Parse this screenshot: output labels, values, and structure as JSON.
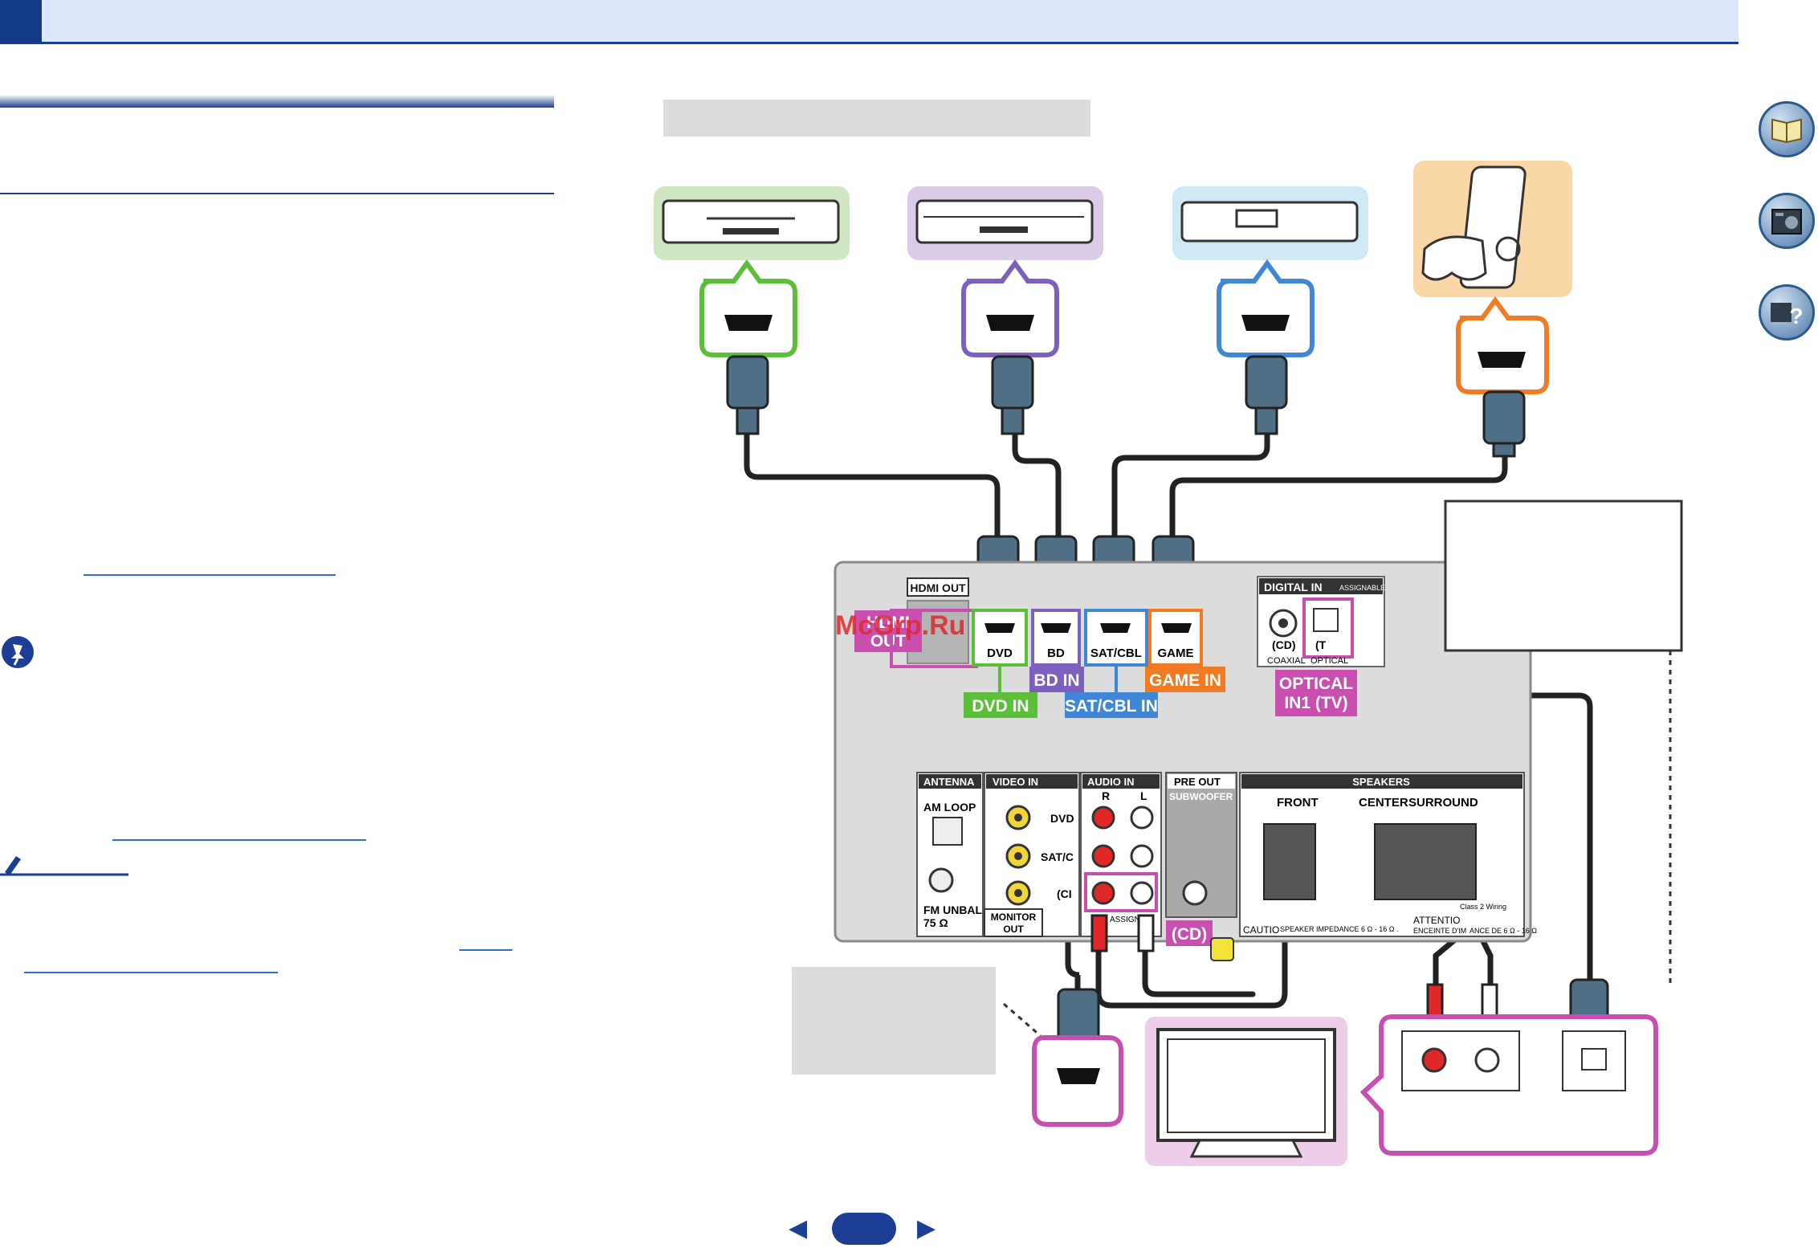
{
  "labels": {
    "hdmi_in_tags": [
      "DVD IN",
      "BD IN",
      "SAT/CBL IN",
      "GAME IN"
    ],
    "optical_tag": [
      "OPTICAL",
      "IN1 (TV)"
    ],
    "hdmi_out_tag": [
      "HDMI",
      "OUT"
    ],
    "cd_tag": "(CD)",
    "watermark": "McGrp.Ru"
  },
  "panel": {
    "hdmi_out": "HDMI OUT",
    "hdmi_ports": [
      "DVD",
      "BD",
      "SAT/CBL",
      "GAME"
    ],
    "digital_in": "DIGITAL IN",
    "assignable": "ASSIGNABLE",
    "coaxial_label": "(CD)",
    "coaxial": "COAXIAL",
    "optical_label": "(T",
    "optical": "OPTICAL",
    "antenna": "ANTENNA",
    "am_loop": "AM LOOP",
    "fm_unbal": "FM UNBAL",
    "fm_ohm": "75 Ω",
    "video_in": "VIDEO IN",
    "video_rows": [
      "DVD",
      "SAT/C",
      "(CI"
    ],
    "monitor_out": [
      "MONITOR",
      "OUT"
    ],
    "audio_in": "AUDIO IN",
    "audio_r": "R",
    "audio_l": "L",
    "assign": "ASSIGN",
    "pre_out": "PRE OUT",
    "subwoofer": "SUBWOOFER",
    "speakers": "SPEAKERS",
    "front": "FRONT",
    "center": "CENTER",
    "surround": "SURROUND",
    "caution": "CAUTIO",
    "impedance": "SPEAKER IMPEDANCE 6 Ω - 16 Ω .",
    "attention": "ATTENTIO",
    "enceinte": "ENCEINTE D'IM",
    "impedance2": "ANCE DE 6 Ω - 16 Ω",
    "class2": "Class 2 Wiring"
  },
  "colors": {
    "dvd": "#5cbf3a",
    "bd": "#7d5fbe",
    "sat": "#3f86d6",
    "game": "#f07b22",
    "tv": "#c84fb0",
    "navy": "#1c3e94"
  },
  "icons": [
    "book-icon",
    "receiver-icon",
    "help-icon"
  ],
  "nav": {
    "prev": "◀",
    "next": "▶"
  }
}
